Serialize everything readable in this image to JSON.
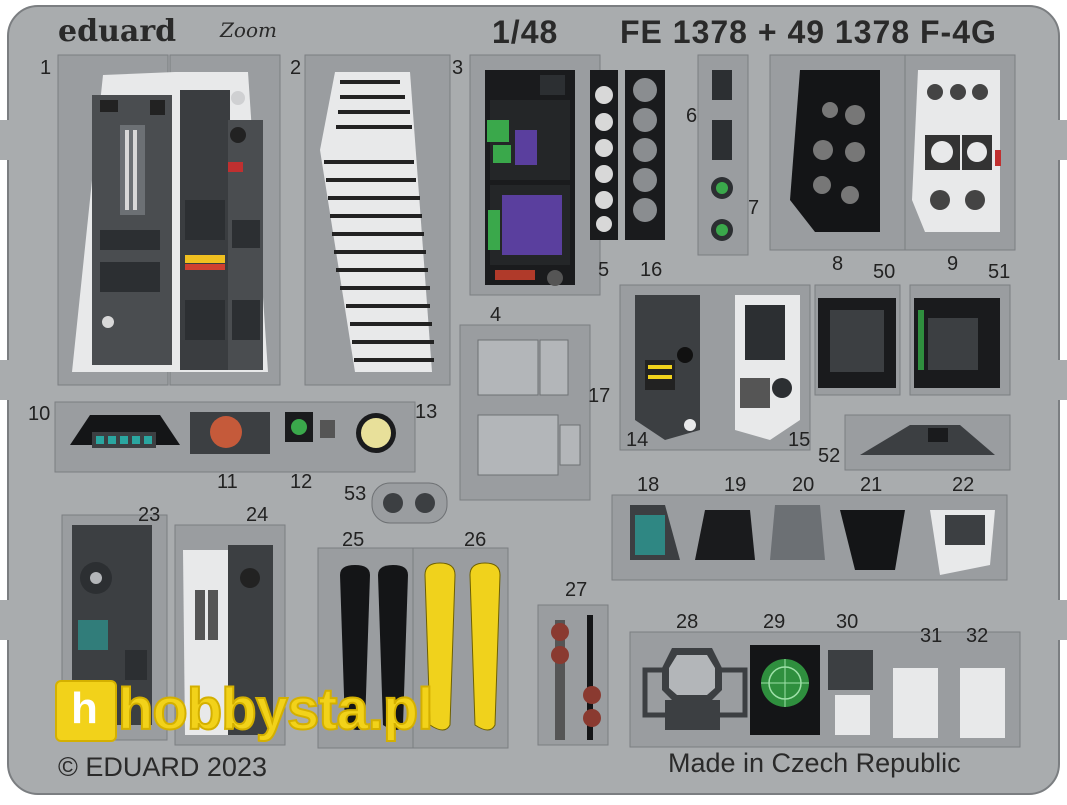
{
  "header": {
    "brand": "eduard",
    "brand_sub": "Zoom",
    "scale": "1/48",
    "title": "FE 1378 + 49 1378 F-4G"
  },
  "footer": {
    "copyright": "© EDUARD 2023",
    "origin": "Made in Czech Republic"
  },
  "watermark": {
    "text": "hobbysta.pl",
    "logo_glyph": "h",
    "color": "#f2d21a"
  },
  "part_numbers": [
    "1",
    "2",
    "3",
    "4",
    "5",
    "6",
    "7",
    "8",
    "9",
    "10",
    "11",
    "12",
    "13",
    "14",
    "15",
    "16",
    "17",
    "18",
    "19",
    "20",
    "21",
    "22",
    "23",
    "24",
    "25",
    "26",
    "27",
    "28",
    "29",
    "30",
    "31",
    "32",
    "50",
    "51",
    "52",
    "53"
  ],
  "colors": {
    "fret_metal": "#a9acae",
    "fret_edge": "#8a8d90",
    "panel_dark": "#3c3f42",
    "panel_black": "#141517",
    "screen_purple": "#5a3f9e",
    "screen_green": "#3aa84b",
    "harness_yellow": "#f0d21c",
    "radar_green": "#2f8f3e",
    "knob_red": "#c55a3a",
    "lamp_yellow": "#e8e09a"
  }
}
